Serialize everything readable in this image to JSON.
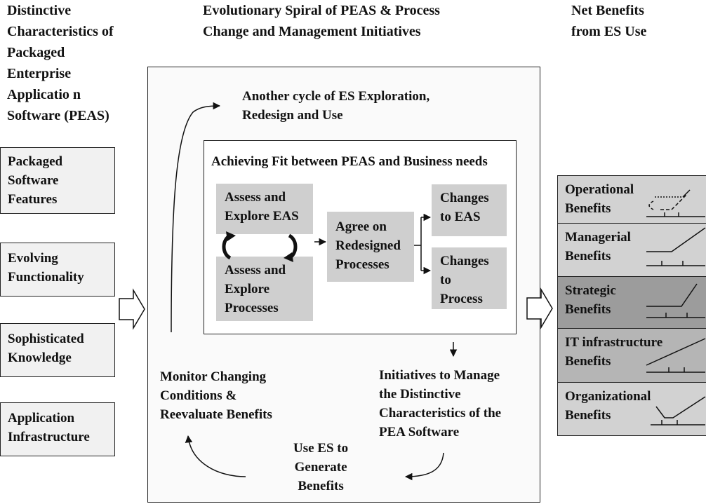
{
  "headers": {
    "left": [
      "Distinctive",
      "Characteristics of",
      "Packaged",
      "Enterprise",
      "Applicatio n",
      "Software (PEAS)"
    ],
    "center": [
      "Evolutionary Spiral of PEAS & Process",
      "Change and Management Initiatives"
    ],
    "right": [
      "Net Benefits",
      "from ES Use"
    ]
  },
  "characteristics": [
    [
      "Packaged",
      "Software",
      "Features"
    ],
    [
      "Evolving",
      "Functionality"
    ],
    [
      "Sophisticated",
      "Knowledge"
    ],
    [
      "Application",
      "Infrastructure"
    ]
  ],
  "spiral": {
    "another_cycle": [
      "Another cycle of ES Exploration,",
      "Redesign and Use"
    ],
    "fit_title": "Achieving Fit between PEAS and Business needs",
    "assess_eas": [
      "Assess and",
      "Explore EAS"
    ],
    "assess_processes": [
      "Assess and",
      "Explore",
      "Processes"
    ],
    "agree": [
      "Agree on",
      "Redesigned",
      "Processes"
    ],
    "changes_eas": [
      "Changes",
      "to EAS"
    ],
    "changes_process": [
      "Changes",
      "to",
      "Process"
    ],
    "initiatives": [
      "Initiatives to Manage",
      "the Distinctive",
      "Characteristics of the",
      "PEA Software"
    ],
    "use_es": [
      "Use ES to",
      "Generate",
      "Benefits"
    ],
    "monitor": [
      "Monitor Changing",
      "Conditions &",
      "Reevaluate Benefits"
    ]
  },
  "benefits": [
    {
      "lines": [
        "Operational",
        "Benefits"
      ],
      "shade": "#d2d2d2"
    },
    {
      "lines": [
        "Managerial",
        "Benefits"
      ],
      "shade": "#d2d2d2"
    },
    {
      "lines": [
        "Strategic",
        "Benefits"
      ],
      "shade": "#9c9c9c"
    },
    {
      "lines": [
        "IT infrastructure",
        "Benefits"
      ],
      "shade": "#b5b5b5"
    },
    {
      "lines": [
        "Organizational",
        "Benefits"
      ],
      "shade": "#d2d2d2"
    }
  ]
}
